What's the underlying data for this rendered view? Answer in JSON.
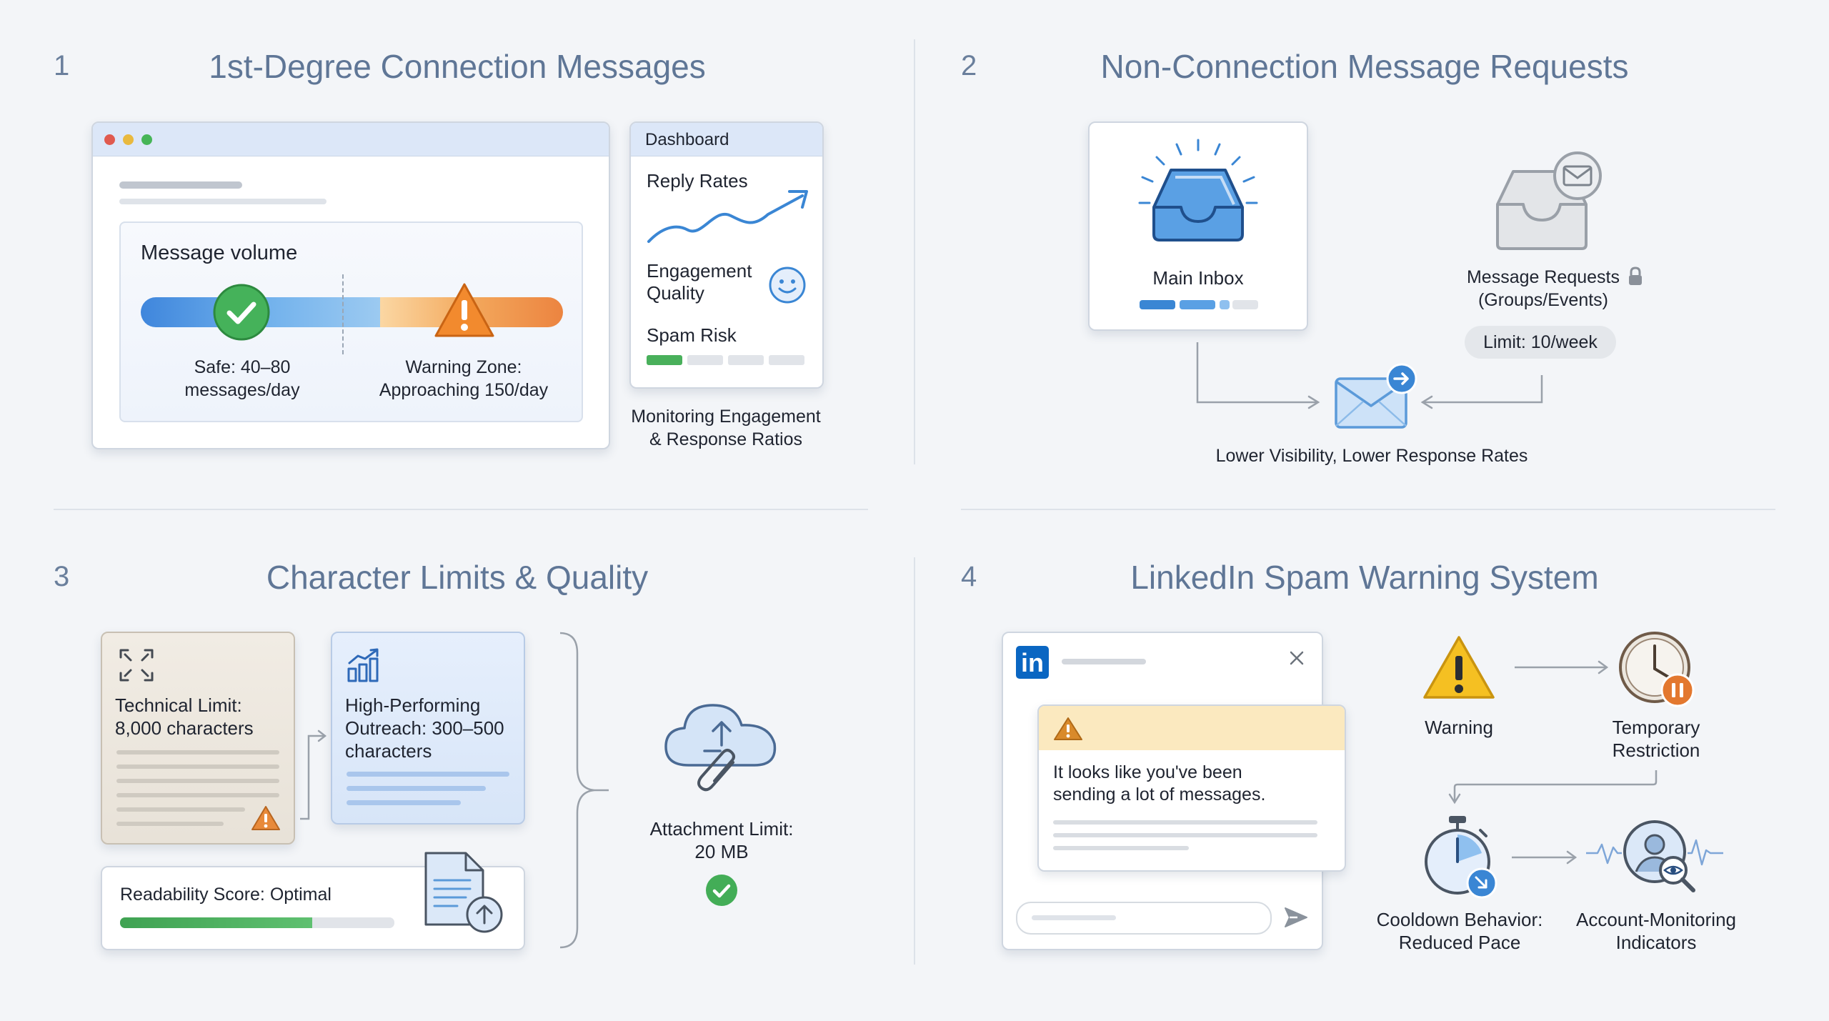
{
  "panels": [
    {
      "number": "1",
      "title": "1st-Degree Connection Messages"
    },
    {
      "number": "2",
      "title": "Non-Connection Message Requests"
    },
    {
      "number": "3",
      "title": "Character Limits & Quality"
    },
    {
      "number": "4",
      "title": "LinkedIn Spam Warning System"
    }
  ],
  "p1": {
    "volume_title": "Message volume",
    "safe_label_1": "Safe: 40–80",
    "safe_label_2": "messages/day",
    "warn_label_1": "Warning Zone:",
    "warn_label_2": "Approaching 150/day",
    "dashboard_title": "Dashboard",
    "reply_rates": "Reply Rates",
    "engagement_1": "Engagement",
    "engagement_2": "Quality",
    "spam_risk": "Spam Risk",
    "caption_1": "Monitoring Engagement",
    "caption_2": "& Response Ratios",
    "colors": {
      "safe": "#4a90e2",
      "warning": "#f0883a",
      "check": "#3fae52"
    }
  },
  "p2": {
    "main_inbox": "Main Inbox",
    "requests_1": "Message Requests",
    "requests_2": "(Groups/Events)",
    "limit": "Limit: 10/week",
    "caption": "Lower Visibility, Lower Response Rates",
    "icons": [
      "inbox-icon",
      "lock-icon",
      "envelope-icon",
      "arrow-right-icon"
    ]
  },
  "p3": {
    "tech_1": "Technical Limit:",
    "tech_2": "8,000 characters",
    "high_1": "High-Performing",
    "high_2": "Outreach: 300–500",
    "high_3": "characters",
    "readability": "Readability Score: Optimal",
    "readability_fill": 0.7,
    "attach_1": "Attachment Limit:",
    "attach_2": "20 MB"
  },
  "p4": {
    "linkedin_logo": "in",
    "warning_text_1": "It looks like you've been",
    "warning_text_2": "sending a lot of messages.",
    "warning": "Warning",
    "temp_1": "Temporary",
    "temp_2": "Restriction",
    "cool_1": "Cooldown Behavior:",
    "cool_2": "Reduced Pace",
    "acct_1": "Account-Monitoring",
    "acct_2": "Indicators"
  }
}
